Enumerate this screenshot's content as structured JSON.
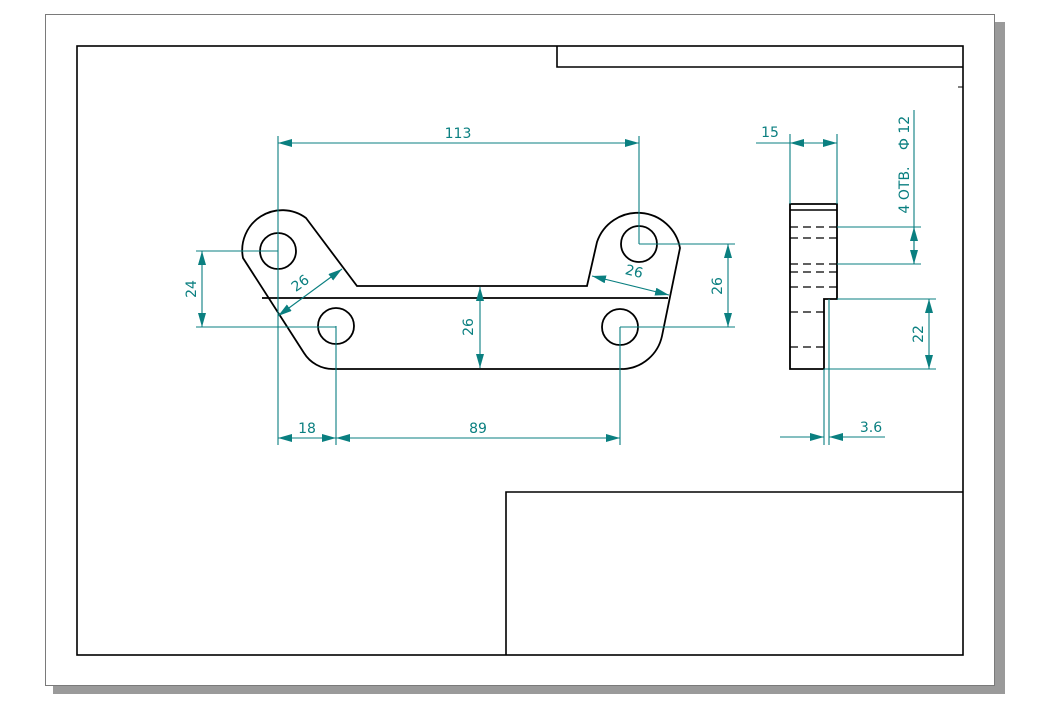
{
  "colors": {
    "outline": "#000000",
    "dimension": "#0a7f80",
    "sheet_shadow": "#9a9a9a"
  },
  "dimensions": {
    "d113": "113",
    "d24": "24",
    "d26_left": "26",
    "d26_right": "26",
    "d26_height": "26",
    "d26_middle": "26",
    "d18": "18",
    "d89": "89",
    "d15": "15",
    "d22": "22",
    "d36": "3.6",
    "hole_note": "4 ОТВ.",
    "hole_diameter": "Ф 12"
  }
}
